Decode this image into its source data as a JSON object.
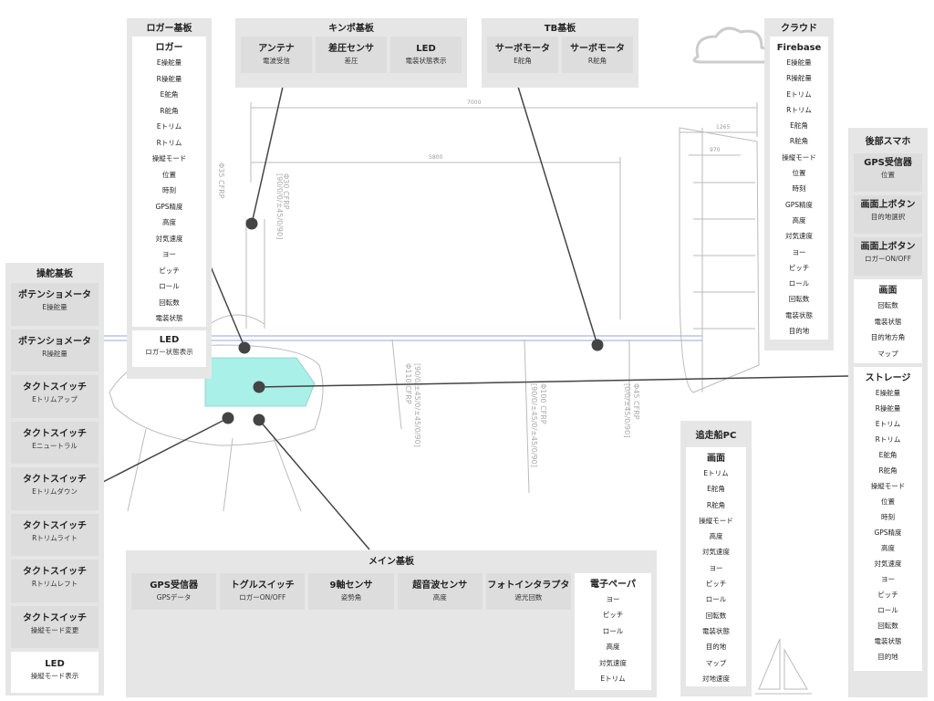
{
  "panels": {
    "logger": {
      "title": "ロガー基板",
      "main": {
        "title": "ロガー",
        "items": [
          "E操舵量",
          "R操舵量",
          "E舵角",
          "R舵角",
          "Eトリム",
          "Rトリム",
          "操縦モード",
          "位置",
          "時刻",
          "GPS精度",
          "高度",
          "対気速度",
          "ヨー",
          "ピッチ",
          "ロール",
          "回転数",
          "電装状態"
        ]
      },
      "led": {
        "title": "LED",
        "sub": "ロガー状態表示"
      }
    },
    "kinpo": {
      "title": "キンポ基板",
      "cards": [
        {
          "title": "アンテナ",
          "sub": "電波受信"
        },
        {
          "title": "差圧センサ",
          "sub": "差圧"
        },
        {
          "title": "LED",
          "sub": "電装状態表示"
        }
      ]
    },
    "tb": {
      "title": "TB基板",
      "cards": [
        {
          "title": "サーボモータ",
          "sub": "E舵角"
        },
        {
          "title": "サーボモータ",
          "sub": "R舵角"
        }
      ]
    },
    "cloud": {
      "title": "クラウド",
      "main": {
        "title": "Firebase",
        "items": [
          "E操舵量",
          "R操舵量",
          "Eトリム",
          "Rトリム",
          "E舵角",
          "R舵角",
          "操縦モード",
          "位置",
          "時刻",
          "GPS精度",
          "高度",
          "対気速度",
          "ヨー",
          "ピッチ",
          "ロール",
          "回転数",
          "電装状態",
          "目的地"
        ]
      }
    },
    "rear": {
      "title": "後部スマホ",
      "cards": [
        {
          "title": "GPS受信器",
          "sub": "位置"
        },
        {
          "title": "画面上ボタン",
          "sub": "目的地選択"
        },
        {
          "title": "画面上ボタン",
          "sub": "ロガーON/OFF"
        }
      ],
      "screen": {
        "title": "画面",
        "items": [
          "回転数",
          "電装状態",
          "目的地方角",
          "マップ"
        ]
      },
      "storage": {
        "title": "ストレージ",
        "items": [
          "E操舵量",
          "R操舵量",
          "Eトリム",
          "Rトリム",
          "E舵角",
          "R舵角",
          "操縦モード",
          "位置",
          "時刻",
          "GPS精度",
          "高度",
          "対気速度",
          "ヨー",
          "ピッチ",
          "ロール",
          "回転数",
          "電装状態",
          "目的地"
        ]
      }
    },
    "steer": {
      "title": "操舵基板",
      "cards": [
        {
          "title": "ポテンショメータ",
          "sub": "E操舵量"
        },
        {
          "title": "ポテンショメータ",
          "sub": "R操舵量"
        },
        {
          "title": "タクトスイッチ",
          "sub": "Eトリムアップ"
        },
        {
          "title": "タクトスイッチ",
          "sub": "Eニュートラル"
        },
        {
          "title": "タクトスイッチ",
          "sub": "Eトリムダウン"
        },
        {
          "title": "タクトスイッチ",
          "sub": "Rトリムライト"
        },
        {
          "title": "タクトスイッチ",
          "sub": "Rトリムレフト"
        },
        {
          "title": "タクトスイッチ",
          "sub": "操縦モード変更"
        }
      ],
      "led": {
        "title": "LED",
        "sub": "操縦モード表示"
      }
    },
    "main": {
      "title": "メイン基板",
      "cards": [
        {
          "title": "GPS受信器",
          "sub": "GPSデータ"
        },
        {
          "title": "トグルスイッチ",
          "sub": "ロガーON/OFF"
        },
        {
          "title": "9軸センサ",
          "sub": "姿勢角"
        },
        {
          "title": "超音波センサ",
          "sub": "高度"
        },
        {
          "title": "フォトインタラプタ",
          "sub": "遮光回数"
        }
      ],
      "epaper": {
        "title": "電子ペーパ",
        "items": [
          "ヨー",
          "ピッチ",
          "ロール",
          "高度",
          "対気速度",
          "Eトリム"
        ]
      }
    },
    "chase": {
      "title": "追走船PC",
      "screen": {
        "title": "画面",
        "items": [
          "Eトリム",
          "E舵角",
          "R舵角",
          "操縦モード",
          "高度",
          "対気速度",
          "ヨー",
          "ピッチ",
          "ロール",
          "回転数",
          "電装状態",
          "目的地",
          "マップ",
          "対地速度"
        ]
      }
    }
  },
  "drawing": {
    "dims": [
      "7000",
      "5800",
      "1265",
      "970"
    ],
    "tubes": [
      "Φ110 CFRP",
      "[90/0/±45/0/±45/0/90]",
      "Φ100 CFRP",
      "[90/0/±45/0/±45/0/90]",
      "Φ45 CFRP",
      "[0/0/±45/0/90]",
      "Φ35 CFRP",
      "Φ30 CFRP",
      "[90/0/0/±45/0/90]"
    ]
  }
}
